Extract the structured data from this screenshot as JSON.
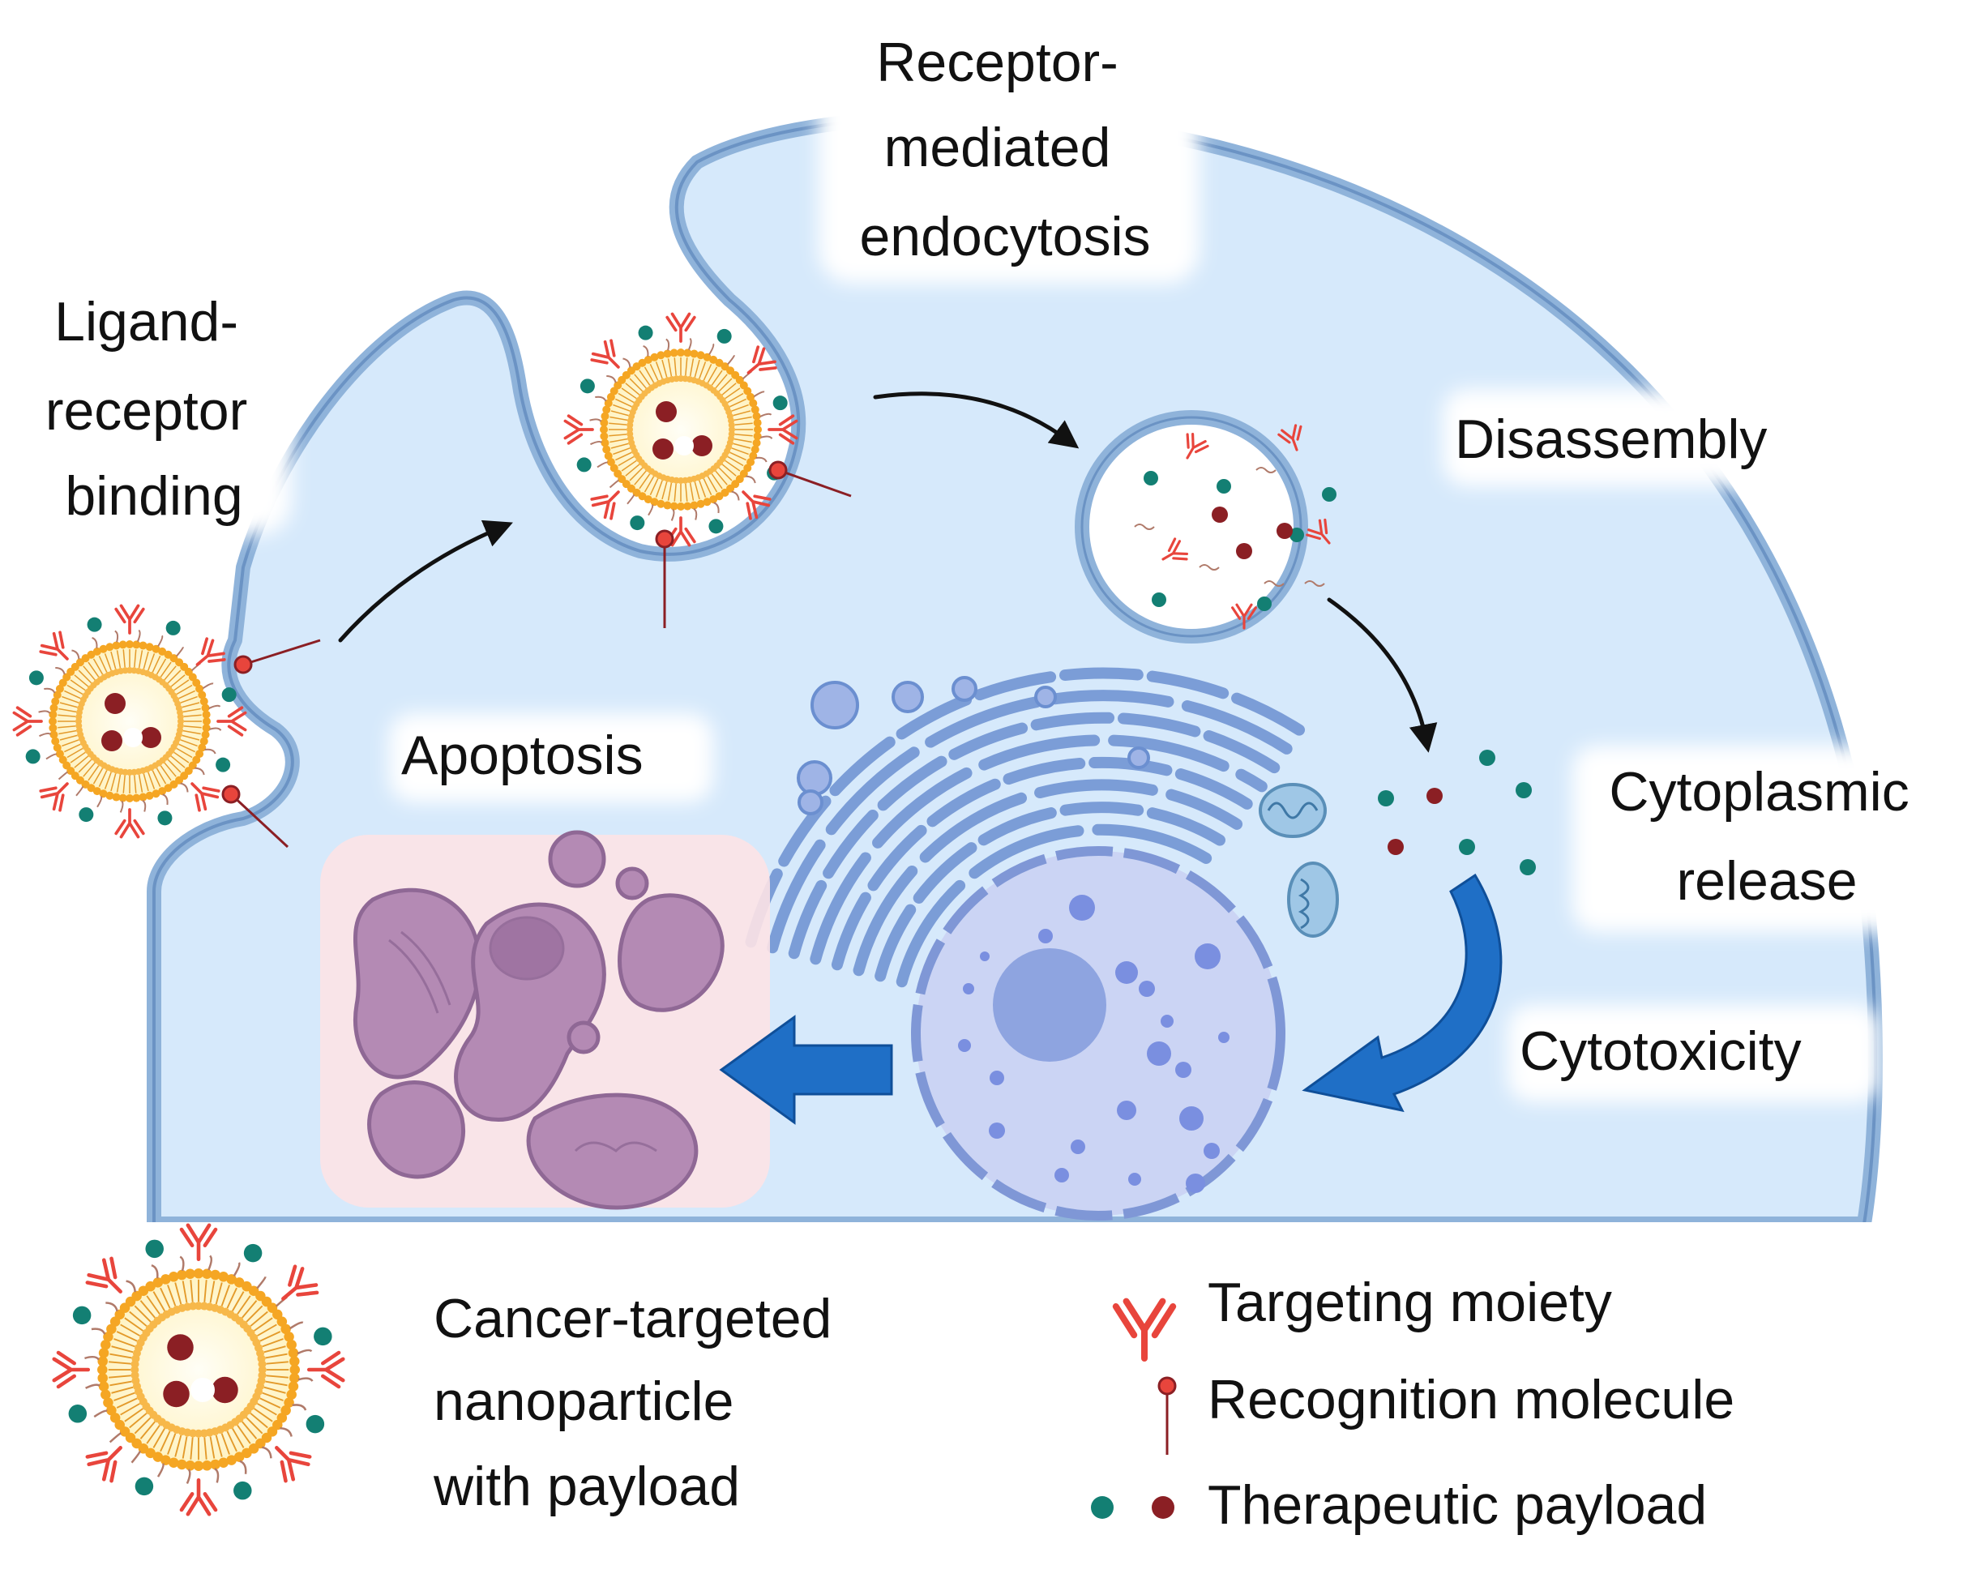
{
  "labels": {
    "ligand_binding": [
      "Ligand-",
      "receptor",
      "binding"
    ],
    "endocytosis": [
      "Receptor-",
      "mediated",
      "endocytosis"
    ],
    "disassembly": "Disassembly",
    "apoptosis": "Apoptosis",
    "cytoplasmic_release": [
      "Cytoplasmic",
      "release"
    ],
    "cytotoxicity": "Cytotoxicity",
    "nanoparticle_caption": [
      "Cancer-targeted",
      "nanoparticle",
      "with payload"
    ]
  },
  "legend": {
    "targeting_moiety": "Targeting moiety",
    "recognition_molecule": "Recognition molecule",
    "therapeutic_payload": "Therapeutic payload"
  },
  "colors": {
    "cell_fill": "#d6e9fb",
    "membrane": "#8fb3da",
    "membrane_dark": "#6b93c4",
    "antibody": "#e8453c",
    "payload_teal": "#137f73",
    "payload_maroon": "#8b1f24",
    "shell_orange": "#f5a623",
    "core": "#fffbe6",
    "apoptotic_cell": "#b48ab4",
    "apoptosis_bg": "#fde3e6",
    "blue_arrow": "#1f6fc6",
    "nucleus": "#cbd4f4",
    "nucleolus": "#8ea4e0",
    "organelle": "#9fb4e6"
  },
  "icons": [
    "antibody-icon",
    "recognition-pin-icon",
    "payload-dot-icon",
    "nanoparticle-icon",
    "vesicle-icon",
    "golgi-icon",
    "nucleus-icon",
    "mitochondria-icon",
    "apoptotic-cell-icon",
    "arrow-icon"
  ]
}
